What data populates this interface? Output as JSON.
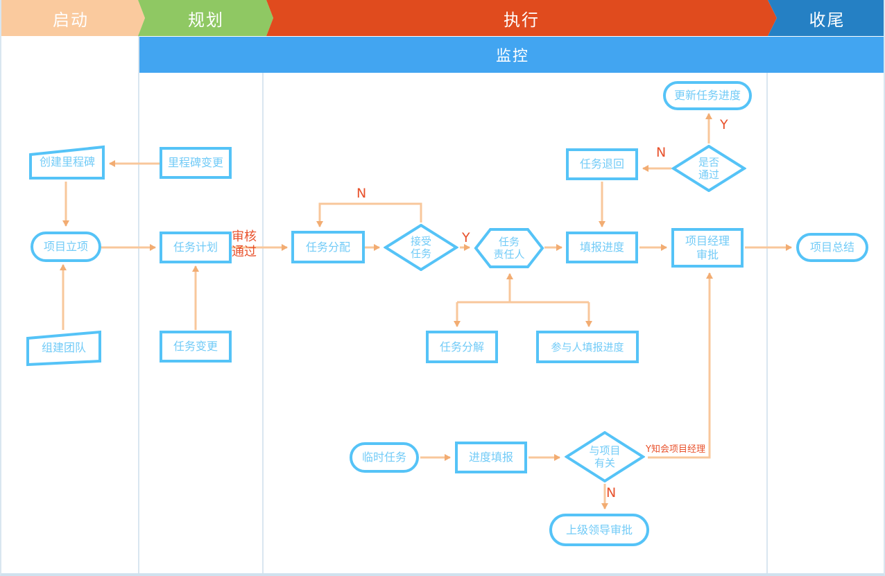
{
  "phases": {
    "start": "启动",
    "plan": "规划",
    "execute": "执行",
    "close": "收尾",
    "monitor": "监控"
  },
  "nodes": {
    "create_milestone": "创建里程碑",
    "milestone_change": "里程碑变更",
    "project_initiation": "项目立项",
    "team_build": "组建团队",
    "task_plan": "任务计划",
    "task_change": "任务变更",
    "task_assign": "任务分配",
    "accept_task": "接受\n任务",
    "task_owner": "任务\n责任人",
    "fill_progress": "填报进度",
    "task_return": "任务退回",
    "pass_check": "是否\n通过",
    "update_progress": "更新任务进度",
    "pm_approval": "项目经理\n审批",
    "project_summary": "项目总结",
    "task_split": "任务分解",
    "participant_progress": "参与人填报进度",
    "temp_task": "临时任务",
    "progress_fill": "进度填报",
    "project_related": "与项目\n有关",
    "leader_approval": "上级领导审批"
  },
  "edge_labels": {
    "review_pass": "审核\n通过",
    "n_accept": "N",
    "y_accept": "Y",
    "n_pass": "N",
    "y_pass": "Y",
    "y_notify": "Y知会项目经理",
    "n_related": "N"
  },
  "colors": {
    "phase_start": "#FACA9E",
    "phase_plan": "#8FC863",
    "phase_execute": "#E04B1E",
    "phase_close": "#2580C4",
    "monitor_bar": "#42A5F1",
    "shape_border": "#55C3F7",
    "shape_text": "#72CBF7",
    "arrow": "#F8C79B",
    "edge_label": "#E8512B",
    "divider": "#D9E6F0"
  }
}
